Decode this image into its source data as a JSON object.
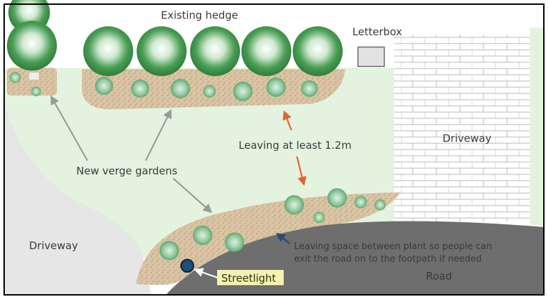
{
  "labels": {
    "existing_hedge": "Existing hedge",
    "letterbox": "Letterbox",
    "driveway_right": "Driveway",
    "leaving_clearance": "Leaving at least 1.2m",
    "new_verge_gardens": "New verge gardens",
    "driveway_left": "Driveway",
    "leaving_space_line1": "Leaving space between plant so people can",
    "leaving_space_line2": "exit the road on to the footpath if needed",
    "streetlight": "Streetlight",
    "road": "Road"
  },
  "colors": {
    "lawn": "#e3f3df",
    "driveway_grey": "#e6e6e6",
    "road_grey": "#6e6e6e",
    "mulch": "#d9c4a5",
    "hedge_green": "#2f8a3e",
    "plant_green": "#8cc79a",
    "arrow_grey": "#9a9a9a",
    "arrow_orange": "#e2642a",
    "arrow_blue": "#1f4f7a",
    "streetlight_tag": "#f6f3b0",
    "border": "#000000"
  },
  "icons": {
    "hedge": "hedge-shrub-icon",
    "plant": "plant-icon",
    "letterbox": "letterbox-icon",
    "streetlight": "streetlight-icon"
  }
}
